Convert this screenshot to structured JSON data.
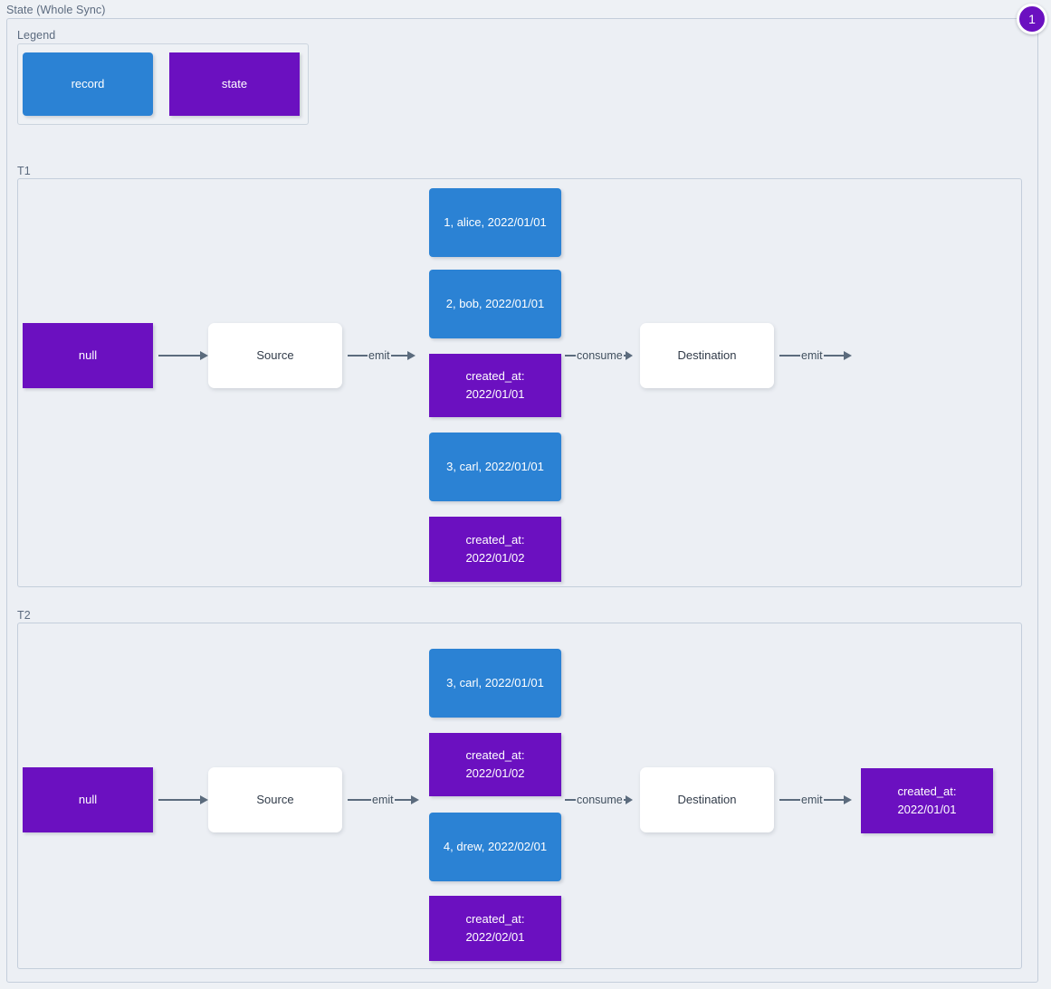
{
  "diagram": {
    "title": "State (Whole Sync)",
    "badge": "1",
    "colors": {
      "record": "#2b82d4",
      "state": "#6b10c0",
      "process": "#ffffff",
      "background": "#eceff4",
      "border": "#c4cedb",
      "arrow": "#5b6b7d"
    }
  },
  "legend": {
    "title": "Legend",
    "items": [
      {
        "label": "record",
        "kind": "record"
      },
      {
        "label": "state",
        "kind": "state"
      }
    ]
  },
  "panels": [
    {
      "title": "T1",
      "input_state": "null",
      "source": "Source",
      "destination": "Destination",
      "emit_label_1": "emit",
      "consume_label": "consume",
      "emit_label_2": "emit",
      "messages": [
        {
          "kind": "record",
          "text": "1, alice, 2022/01/01"
        },
        {
          "kind": "record",
          "text": "2, bob, 2022/01/01"
        },
        {
          "kind": "state",
          "text": "created_at:\n2022/01/01"
        },
        {
          "kind": "record",
          "text": "3, carl, 2022/01/01"
        },
        {
          "kind": "state",
          "text": "created_at:\n2022/01/02"
        }
      ],
      "output_state": null
    },
    {
      "title": "T2",
      "input_state": "null",
      "source": "Source",
      "destination": "Destination",
      "emit_label_1": "emit",
      "consume_label": "consume",
      "emit_label_2": "emit",
      "messages": [
        {
          "kind": "record",
          "text": "3, carl, 2022/01/01"
        },
        {
          "kind": "state",
          "text": "created_at:\n2022/01/02"
        },
        {
          "kind": "record",
          "text": "4, drew, 2022/02/01"
        },
        {
          "kind": "state",
          "text": "created_at:\n2022/02/01"
        }
      ],
      "output_state": "created_at:\n2022/01/01"
    }
  ]
}
